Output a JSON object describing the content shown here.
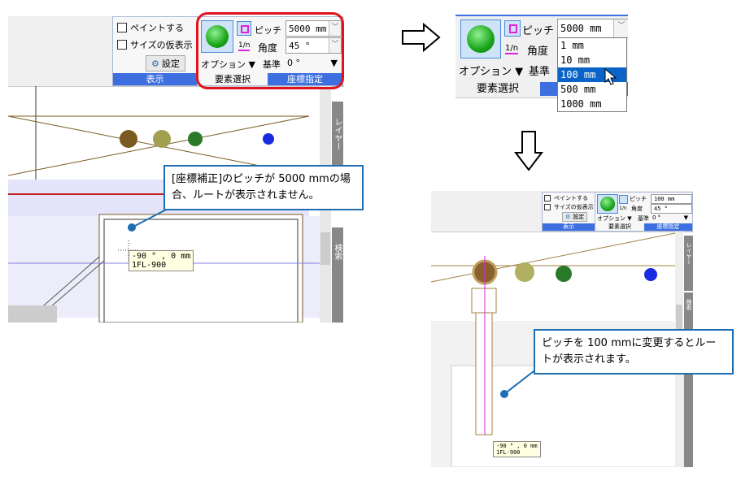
{
  "before": {
    "display_group": {
      "paint_label": "ペイントする",
      "temp_size_label": "サイズの仮表示",
      "settings_label": "設定",
      "group_label": "表示"
    },
    "elem_group": {
      "option_label": "オプション",
      "group_label": "要素選択"
    },
    "coord_group": {
      "pitch_label": "ピッチ",
      "pitch_value": "5000 mm",
      "angle_label": "角度",
      "angle_value": "45 °",
      "base_label": "基準",
      "base_value": "0 °",
      "fraction_label": "1/n",
      "group_label": "座標指定"
    },
    "side_tabs": [
      "レイヤー",
      "検索"
    ],
    "tooltip": [
      "-90 ° , 0 mm",
      "1FL-900"
    ],
    "callout": "[座標補正]のピッチが 5000 mmの場合、ルートが表示されません。"
  },
  "dropdown": {
    "pitch_label": "ピッチ",
    "pitch_value": "5000 mm",
    "angle_label": "角度",
    "base_label": "基準",
    "option_label": "オプション",
    "fraction_label": "1/n",
    "group_label": "要素選択",
    "options": [
      "1 mm",
      "10 mm",
      "100 mm",
      "500 mm",
      "1000 mm"
    ],
    "highlighted": "100 mm"
  },
  "after": {
    "display_group": {
      "paint_label": "ペイントする",
      "temp_size_label": "サイズの仮表示",
      "settings_label": "設定",
      "group_label": "表示"
    },
    "elem_group": {
      "option_label": "オプション",
      "group_label": "要素選択"
    },
    "coord_group": {
      "pitch_label": "ピッチ",
      "pitch_value": "100 mm",
      "angle_label": "角度",
      "angle_value": "45 °",
      "base_label": "基準",
      "base_value": "0 °",
      "fraction_label": "1/n",
      "group_label": "座標指定"
    },
    "side_tabs": [
      "レイヤー",
      "検索"
    ],
    "tooltip": [
      "-90 ° , 0 mm",
      "1FL-900"
    ],
    "callout": "ピッチを 100 mmに変更するとルートが表示されます。"
  },
  "colors": {
    "accent": "#3d6fe0",
    "highlight": "#e0141e",
    "callout_border": "#1e6eb4"
  }
}
